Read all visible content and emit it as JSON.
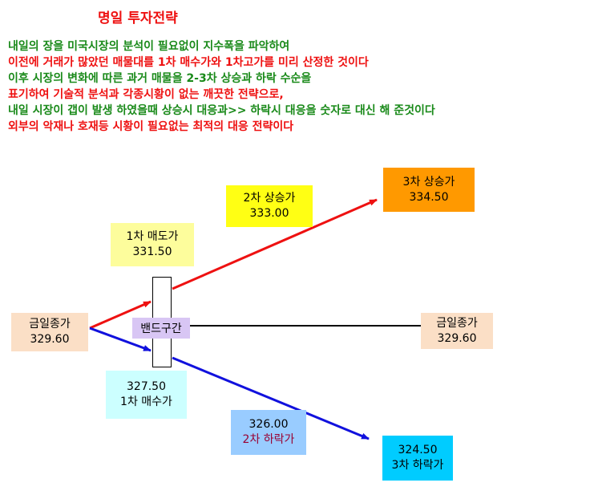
{
  "title": "명일 투자전략",
  "description_lines": [
    {
      "text": "내일의 장을 미국시장의 분석이 필요없이 지수폭을 파악하여",
      "color": "#1a8a1a"
    },
    {
      "text": "이전에 거래가 많았던 매물대를 1차 매수가와 1차고가를 미리 산정한 것이다",
      "color": "#ee1111"
    },
    {
      "text": "이후 시장의 변화에 따른 과거 매물을 2-3차 상승과 하락 수순을",
      "color": "#1a8a1a"
    },
    {
      "text": "표기하여 기술적  분석과 각종시황이 없는 깨끗한 전략으로,",
      "color": "#ee1111"
    },
    {
      "text": "내일 시장이 갭이 발생 하였을때 상승시 대응과>> 하락시 대응을 숫자로 대신 해 준것이다",
      "color": "#1a8a1a"
    },
    {
      "text": "외부의 악재나 호재등  시황이 필요없는 최적의 대응 전략이다",
      "color": "#ee1111"
    }
  ],
  "boxes": {
    "close_left": {
      "label": "금일종가",
      "value": "329.60",
      "bg": "#fbdfc6"
    },
    "close_right": {
      "label": "금일종가",
      "value": "329.60",
      "bg": "#fbdfc6"
    },
    "sell1": {
      "label": "1차 매도가",
      "value": "331.50",
      "bg": "#fdfd9c"
    },
    "rise2": {
      "label": "2차 상승가",
      "value": "333.00",
      "bg": "#ffff14"
    },
    "rise3": {
      "label": "3차 상승가",
      "value": "334.50",
      "bg": "#ff9900"
    },
    "buy1": {
      "value": "327.50",
      "label": "1차 매수가",
      "bg": "#ccffff"
    },
    "fall2": {
      "value": "326.00",
      "label": "2차 하락가",
      "bg": "#99ccff",
      "label_color": "#990033"
    },
    "fall3": {
      "value": "324.50",
      "label": "3차 하락가",
      "bg": "#00ccff"
    }
  },
  "band_label": "밴드구간",
  "colors": {
    "up_arrow": "#ee1111",
    "down_arrow": "#1111dd",
    "flat_line": "#000000"
  }
}
